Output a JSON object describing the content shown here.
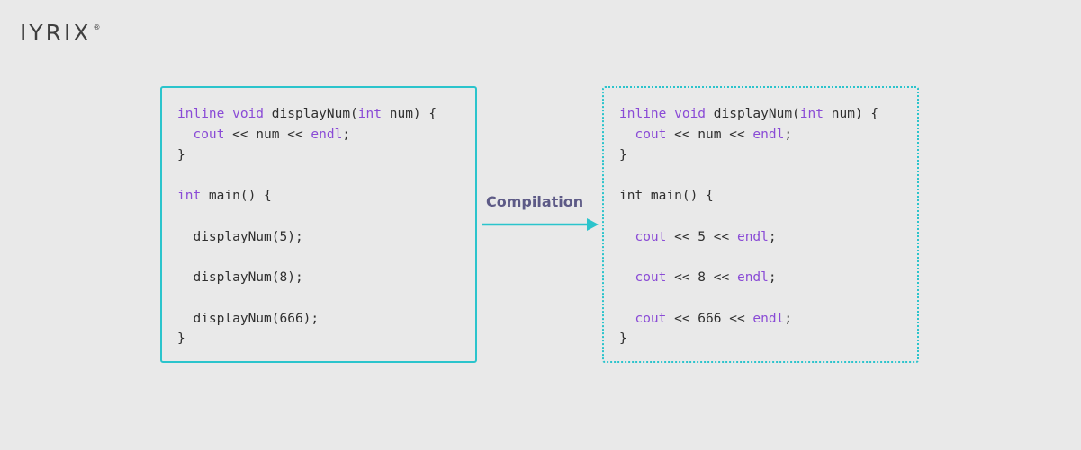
{
  "logo": {
    "text": "IYRIX",
    "mark": "®"
  },
  "arrow_label": "Compilation",
  "colors": {
    "border": "#2bc4cc",
    "keyword": "#8a4bd6",
    "text": "#2f2f2f",
    "label": "#5d5a86",
    "background": "#e9e9e9"
  },
  "source_code": [
    [
      {
        "t": "inline void",
        "k": true
      },
      {
        "t": " displayNum("
      },
      {
        "t": "int",
        "k": true
      },
      {
        "t": " num) {"
      }
    ],
    [
      {
        "t": "  "
      },
      {
        "t": "cout",
        "k": true
      },
      {
        "t": " << num << "
      },
      {
        "t": "endl",
        "k": true
      },
      {
        "t": ";"
      }
    ],
    [
      {
        "t": "}"
      }
    ],
    [],
    [
      {
        "t": "int",
        "k": true
      },
      {
        "t": " main() {"
      }
    ],
    [],
    [
      {
        "t": "  displayNum(5);"
      }
    ],
    [],
    [
      {
        "t": "  displayNum(8);"
      }
    ],
    [],
    [
      {
        "t": "  displayNum(666);"
      }
    ],
    [
      {
        "t": "}"
      }
    ]
  ],
  "compiled_code": [
    [
      {
        "t": "inline void",
        "k": true
      },
      {
        "t": " displayNum("
      },
      {
        "t": "int",
        "k": true
      },
      {
        "t": " num) {"
      }
    ],
    [
      {
        "t": "  "
      },
      {
        "t": "cout",
        "k": true
      },
      {
        "t": " << num << "
      },
      {
        "t": "endl",
        "k": true
      },
      {
        "t": ";"
      }
    ],
    [
      {
        "t": "}"
      }
    ],
    [],
    [
      {
        "t": "int main() {"
      }
    ],
    [],
    [
      {
        "t": "  "
      },
      {
        "t": "cout",
        "k": true
      },
      {
        "t": " << 5 << "
      },
      {
        "t": "endl",
        "k": true
      },
      {
        "t": ";"
      }
    ],
    [],
    [
      {
        "t": "  "
      },
      {
        "t": "cout",
        "k": true
      },
      {
        "t": " << 8 << "
      },
      {
        "t": "endl",
        "k": true
      },
      {
        "t": ";"
      }
    ],
    [],
    [
      {
        "t": "  "
      },
      {
        "t": "cout",
        "k": true
      },
      {
        "t": " << 666 << "
      },
      {
        "t": "endl",
        "k": true
      },
      {
        "t": ";"
      }
    ],
    [
      {
        "t": "}"
      }
    ]
  ]
}
